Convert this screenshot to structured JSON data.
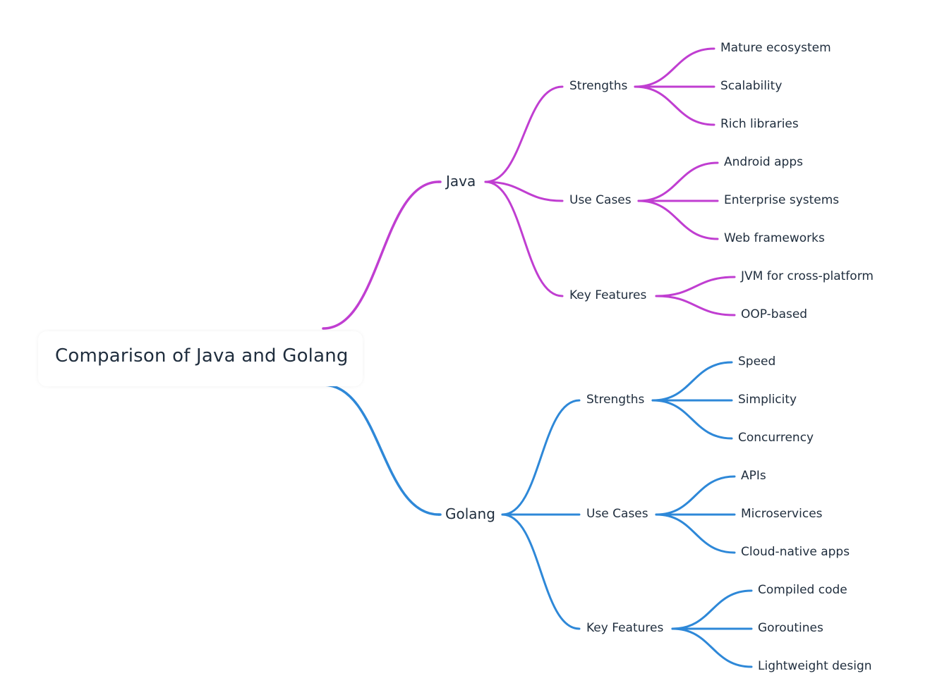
{
  "root": {
    "label": "Comparison of Java and Golang"
  },
  "colors": {
    "java": "#c03ed1",
    "golang": "#2e88d8",
    "text": "#1f2d3d"
  },
  "branches": [
    {
      "label": "Java",
      "color": "#c03ed1",
      "groups": [
        {
          "label": "Strengths",
          "items": [
            "Mature ecosystem",
            "Scalability",
            "Rich libraries"
          ]
        },
        {
          "label": "Use Cases",
          "items": [
            "Android apps",
            "Enterprise systems",
            "Web frameworks"
          ]
        },
        {
          "label": "Key Features",
          "items": [
            "JVM for cross-platform",
            "OOP-based"
          ]
        }
      ]
    },
    {
      "label": "Golang",
      "color": "#2e88d8",
      "groups": [
        {
          "label": "Strengths",
          "items": [
            "Speed",
            "Simplicity",
            "Concurrency"
          ]
        },
        {
          "label": "Use Cases",
          "items": [
            "APIs",
            "Microservices",
            "Cloud-native apps"
          ]
        },
        {
          "label": "Key Features",
          "items": [
            "Compiled code",
            "Goroutines",
            "Lightweight design"
          ]
        }
      ]
    }
  ]
}
